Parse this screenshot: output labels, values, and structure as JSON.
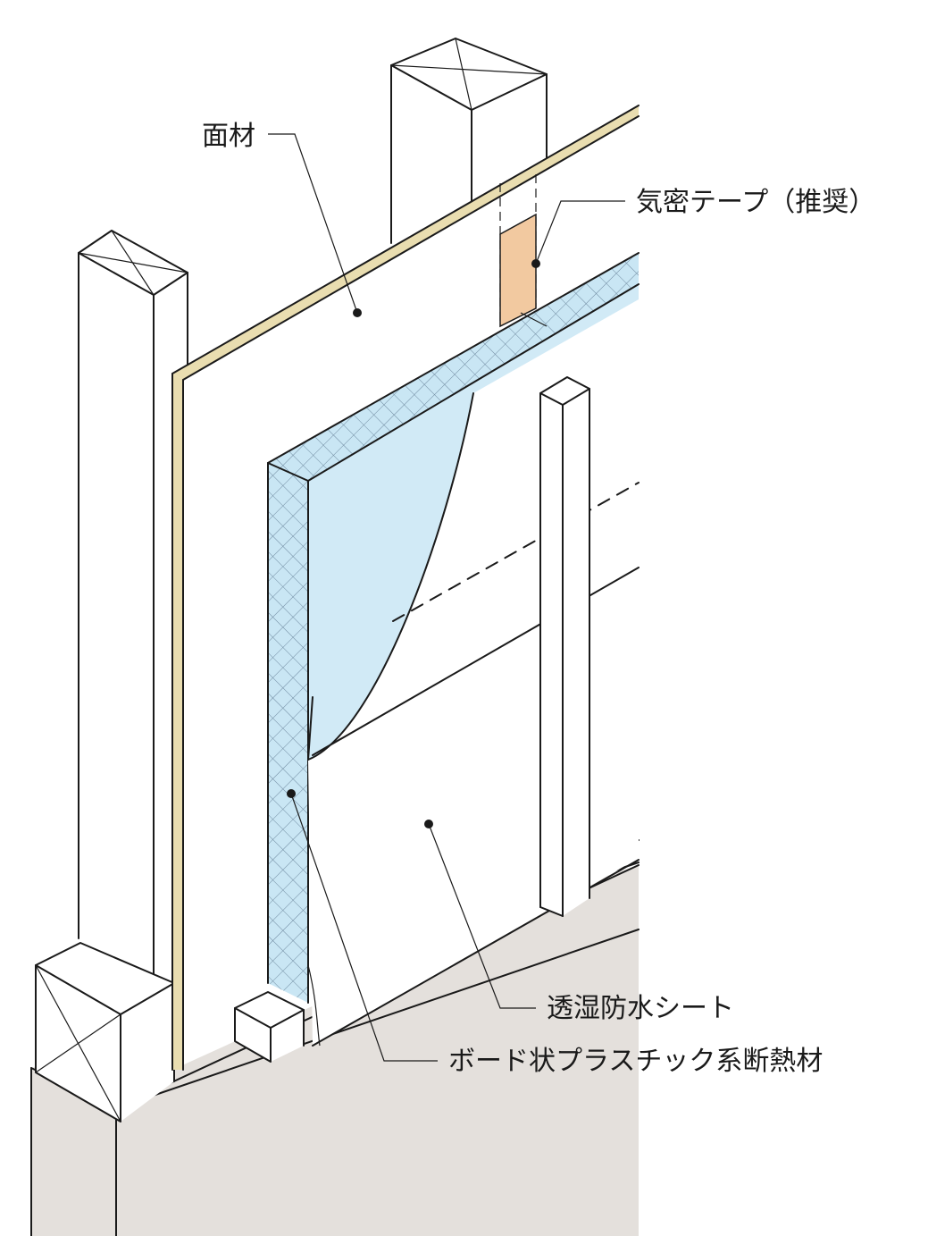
{
  "diagram": {
    "callouts": {
      "sheathing": "面材",
      "airtight_tape": "気密テープ（推奨）",
      "breathable_membrane": "透湿防水シート",
      "board_insulation": "ボード状プラスチック系断熱材"
    },
    "colors": {
      "outline": "#1a1a1a",
      "sheathing_edge": "#e9ddb0",
      "insulation_fill": "#c9e6f4",
      "insulation_hatch": "#6f8aa0",
      "membrane_peel": "#bcdff3",
      "airtight_tape": "#f2c9a0",
      "foundation": "#e4e0dc"
    }
  }
}
